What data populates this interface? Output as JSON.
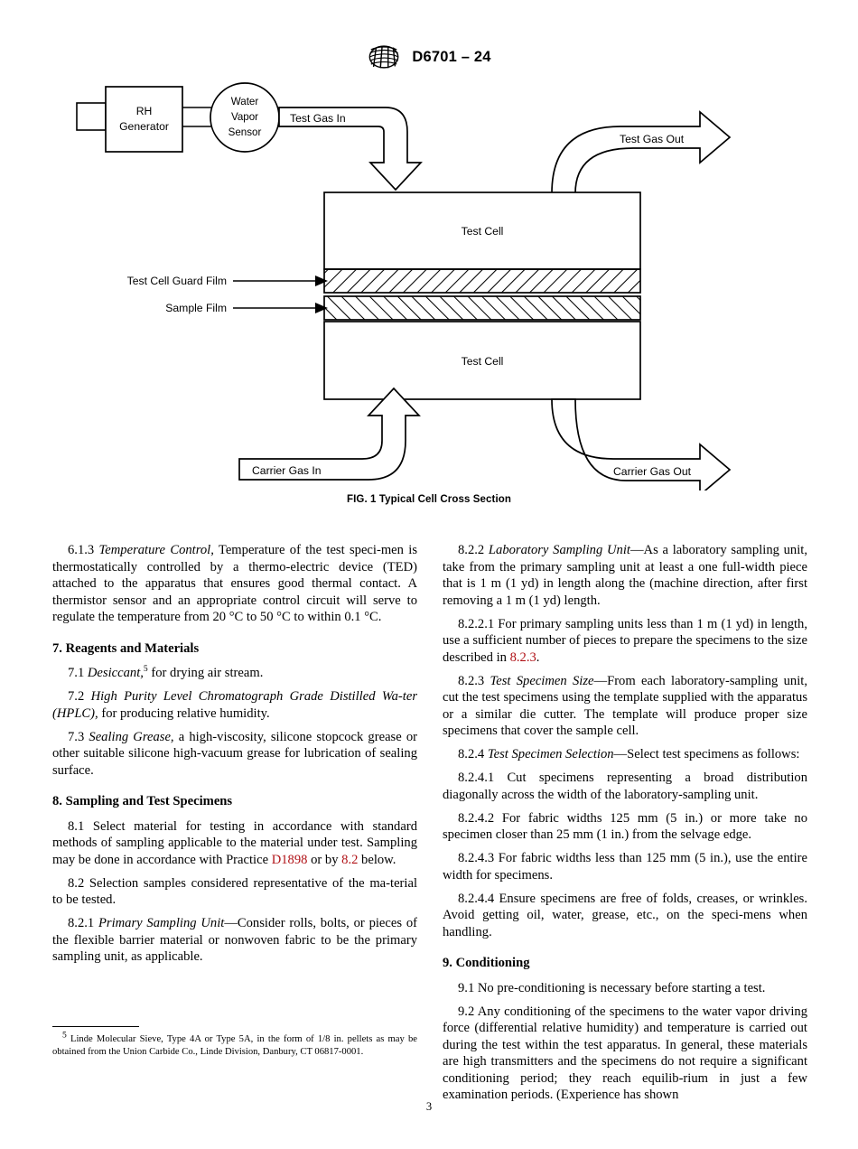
{
  "header": {
    "logo_icon": "astm-logo-icon",
    "designation": "D6701 – 24"
  },
  "figure": {
    "caption": "FIG. 1 Typical Cell Cross Section",
    "labels": {
      "rh_generator": [
        "RH",
        "Generator"
      ],
      "water_vapor_sensor": [
        "Water",
        "Vapor",
        "Sensor"
      ],
      "test_gas_in": "Test Gas In",
      "test_gas_out": "Test Gas Out",
      "test_cell_upper": "Test Cell",
      "test_cell_lower": "Test Cell",
      "test_cell_guard_film": "Test Cell Guard Film",
      "sample_film": "Sample Film",
      "carrier_gas_in": "Carrier Gas In",
      "carrier_gas_out": "Carrier Gas Out"
    }
  },
  "left_column": {
    "p_613_num": "6.1.3 ",
    "p_613_italic": "Temperature Control,",
    "p_613_rest": " Temperature of the test speci-men is thermostatically controlled by a thermo-electric device (TED) attached to the apparatus that ensures good thermal contact. A thermistor sensor and an appropriate control circuit will serve to regulate the temperature from 20 °C to 50 °C to within 0.1 °C.",
    "head_7": "7.  Reagents and Materials",
    "p_71_num": "7.1 ",
    "p_71_italic": "Desiccant,",
    "p_71_fnref": "5",
    "p_71_rest": " for drying air stream.",
    "p_72_num": "7.2 ",
    "p_72_italic": "High Purity Level Chromatograph Grade Distilled Wa-ter (HPLC),",
    "p_72_rest": " for producing relative humidity.",
    "p_73_num": "7.3 ",
    "p_73_italic": "Sealing Grease,",
    "p_73_rest": " a high-viscosity, silicone stopcock grease or other suitable silicone high-vacuum grease for lubrication of sealing surface.",
    "head_8": "8.  Sampling and Test Specimens",
    "p_81_a": "8.1 Select material for testing in accordance with standard methods of sampling applicable to the material under test. Sampling may be done in accordance with Practice ",
    "p_81_xref1": "D1898",
    "p_81_b": " or by ",
    "p_81_xref2": "8.2",
    "p_81_c": " below.",
    "p_82": "8.2 Selection samples considered representative of the ma-terial to be tested.",
    "p_821_num": "8.2.1 ",
    "p_821_italic": "Primary Sampling Unit",
    "p_821_rest": "—Consider rolls, bolts, or pieces of the flexible barrier material or nonwoven fabric to be the primary sampling unit, as applicable."
  },
  "right_column": {
    "p_822_num": "8.2.2 ",
    "p_822_italic": "Laboratory Sampling Unit",
    "p_822_rest": "—As a laboratory sampling unit, take from the primary sampling unit at least a one full-width piece that is 1 m (1 yd) in length along the (machine direction, after first removing a 1 m (1 yd) length.",
    "p_8221_a": "8.2.2.1 For primary sampling units less than 1 m (1 yd) in length, use a sufficient number of pieces to prepare the specimens to the size described in ",
    "p_8221_xref": "8.2.3",
    "p_8221_b": ".",
    "p_823_num": "8.2.3 ",
    "p_823_italic": "Test Specimen Size",
    "p_823_rest": "—From each laboratory-sampling unit, cut the test specimens using the template supplied with the apparatus or a similar die cutter. The template will produce proper size specimens that cover the sample cell.",
    "p_824_num": "8.2.4 ",
    "p_824_italic": "Test Specimen Selection",
    "p_824_rest": "—Select test specimens as follows:",
    "p_8241": "8.2.4.1 Cut specimens representing a broad distribution diagonally across the width of the laboratory-sampling unit.",
    "p_8242": "8.2.4.2 For fabric widths 125 mm (5 in.) or more take no specimen closer than 25 mm (1 in.) from the selvage edge.",
    "p_8243": "8.2.4.3 For fabric widths less than 125 mm (5 in.), use the entire width for specimens.",
    "p_8244": "8.2.4.4 Ensure specimens are free of folds, creases, or wrinkles. Avoid getting oil, water, grease, etc., on the speci-mens when handling.",
    "head_9": "9.  Conditioning",
    "p_91": "9.1 No pre-conditioning is necessary before starting a test.",
    "p_92": "9.2 Any conditioning of the specimens to the water vapor driving force (differential relative humidity) and temperature is carried out during the test within the test apparatus. In general, these materials are high transmitters and the specimens do not require a significant conditioning period; they reach equilib-rium in just a few examination periods. (Experience has shown"
  },
  "footnote": {
    "marker": "5",
    "text": " Linde Molecular Sieve, Type 4A or Type 5A, in the form of 1/8 in. pellets as may be obtained from the Union Carbide Co., Linde Division, Danbury, CT 06817-0001."
  },
  "page_number": "3",
  "colors": {
    "xref": "#b01116",
    "ink": "#000000",
    "page": "#ffffff"
  }
}
